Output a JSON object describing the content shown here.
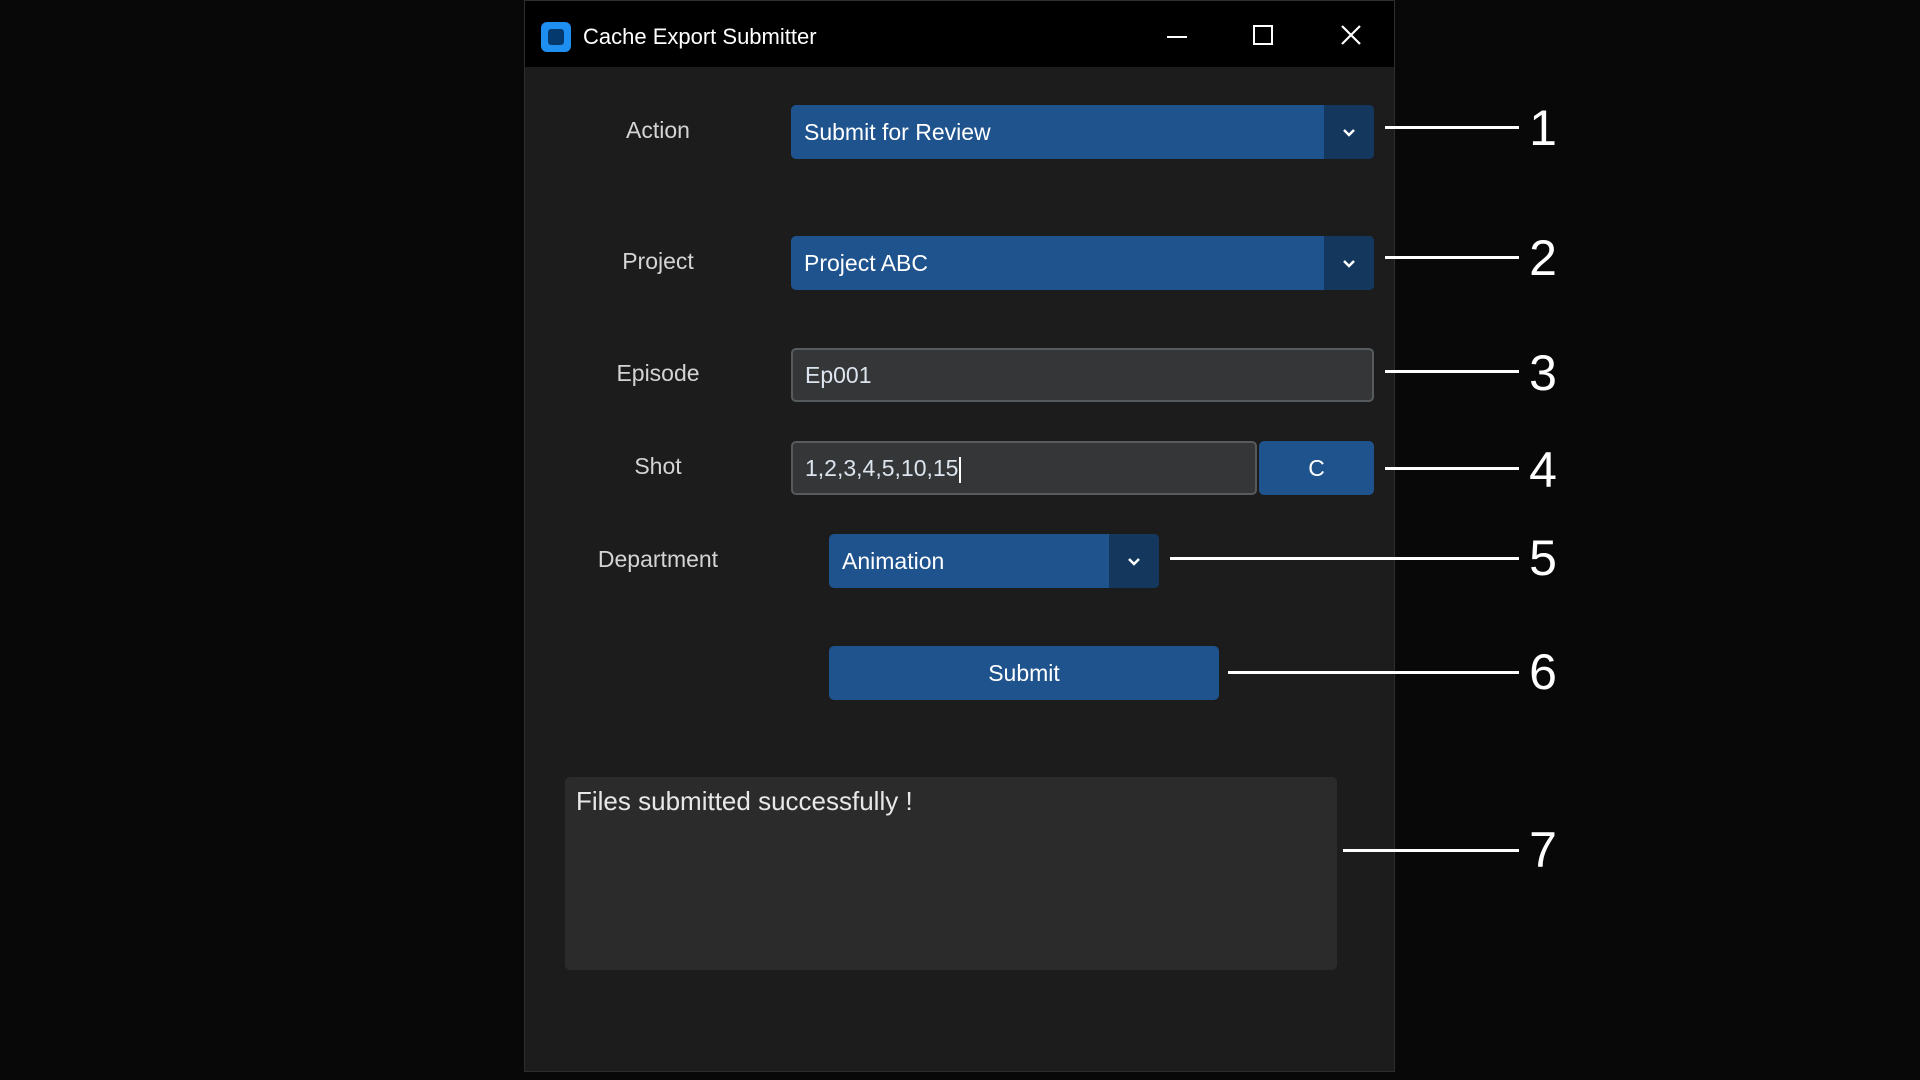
{
  "window": {
    "title": "Cache Export Submitter",
    "icon": "app-icon",
    "controls": {
      "minimize": "minimize-icon",
      "maximize": "maximize-icon",
      "close": "close-icon"
    }
  },
  "form": {
    "action": {
      "label": "Action",
      "value": "Submit for Review"
    },
    "project": {
      "label": "Project",
      "value": "Project ABC"
    },
    "episode": {
      "label": "Episode",
      "value": "Ep001"
    },
    "shot": {
      "label": "Shot",
      "value": "1,2,3,4,5,10,15",
      "button": "C"
    },
    "department": {
      "label": "Department",
      "value": "Animation"
    },
    "submit_label": "Submit"
  },
  "output": {
    "text": "Files submitted successfully !"
  },
  "callouts": [
    "1",
    "2",
    "3",
    "4",
    "5",
    "6",
    "7"
  ],
  "colors": {
    "background": "#080808",
    "window": "#1c1c1c",
    "accent": "#1f538d",
    "accent_dark": "#14375e",
    "entry": "#343638",
    "textbox": "#2b2b2b"
  }
}
